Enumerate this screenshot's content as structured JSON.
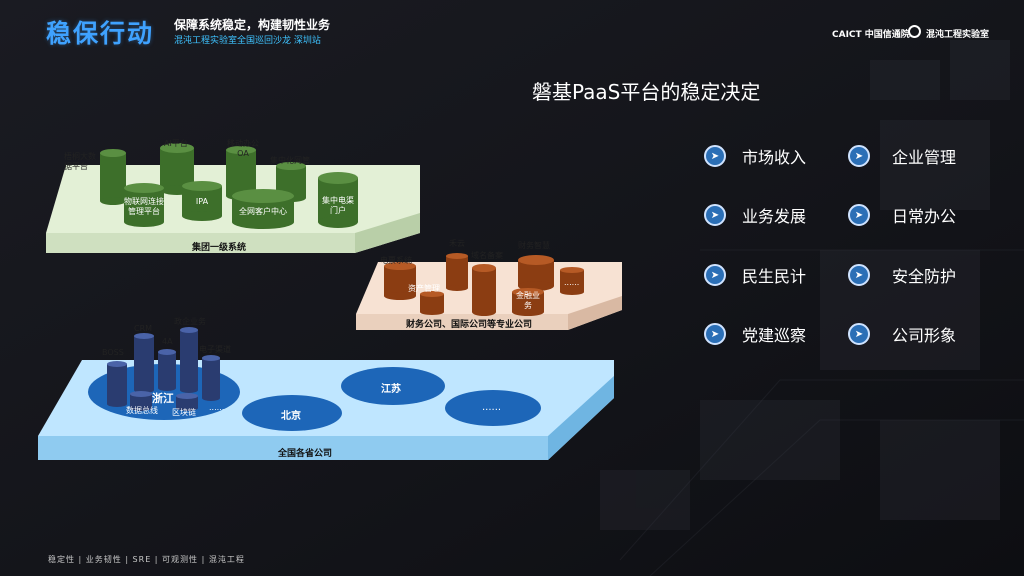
{
  "header": {
    "logo": "稳保行动",
    "slogan": "保障系统稳定，构建韧性业务",
    "subslogan": "混沌工程实验室全国巡回沙龙 深圳站",
    "brand_caict": "CAICT 中国信通院",
    "brand_lab": "混沌工程实验室"
  },
  "title": "磐基PaaS平台的稳定决定",
  "benefits": {
    "left": [
      "市场收入",
      "业务发展",
      "民生民计",
      "党建巡察"
    ],
    "right": [
      "企业管理",
      "日常办公",
      "安全防护",
      "公司形象"
    ]
  },
  "diagram": {
    "group": {
      "platform_label": "集团一级系统",
      "labels": [
        "梧桐大数据平台",
        "AI平台",
        "移动办公OA",
        "集中化网管",
        "物联网连接管理平台",
        "IPA",
        "全网客户中心",
        "集中电渠门户"
      ]
    },
    "professional": {
      "platform_label": "财务公司、国际公司等专业公司",
      "labels": [
        "电票系统",
        "禾云",
        "域名备案",
        "财务智慧",
        "资产管理",
        "金融业务",
        "......"
      ]
    },
    "provincial": {
      "platform_label": "全国各省公司",
      "labels": [
        "BOSS",
        "CRM",
        "4A",
        "政企业务",
        "电子渠道",
        "数据总线",
        "区块链",
        "......",
        "浙江",
        "北京",
        "江苏",
        "......"
      ]
    }
  },
  "footer": "稳定性 | 业务韧性 | SRE | 可观测性 | 混沌工程",
  "colors": {
    "accent_blue": "#3fa2ff",
    "group_platform": "#e3f0d6",
    "cylinder_green": "#3d6f2a",
    "professional_platform": "#f7e2d3",
    "cylinder_brown": "#8b3d12",
    "provincial_platform": "#bfe6ff",
    "ellipse_blue": "#1d66b8",
    "cylinder_navy": "#2a3c70"
  }
}
